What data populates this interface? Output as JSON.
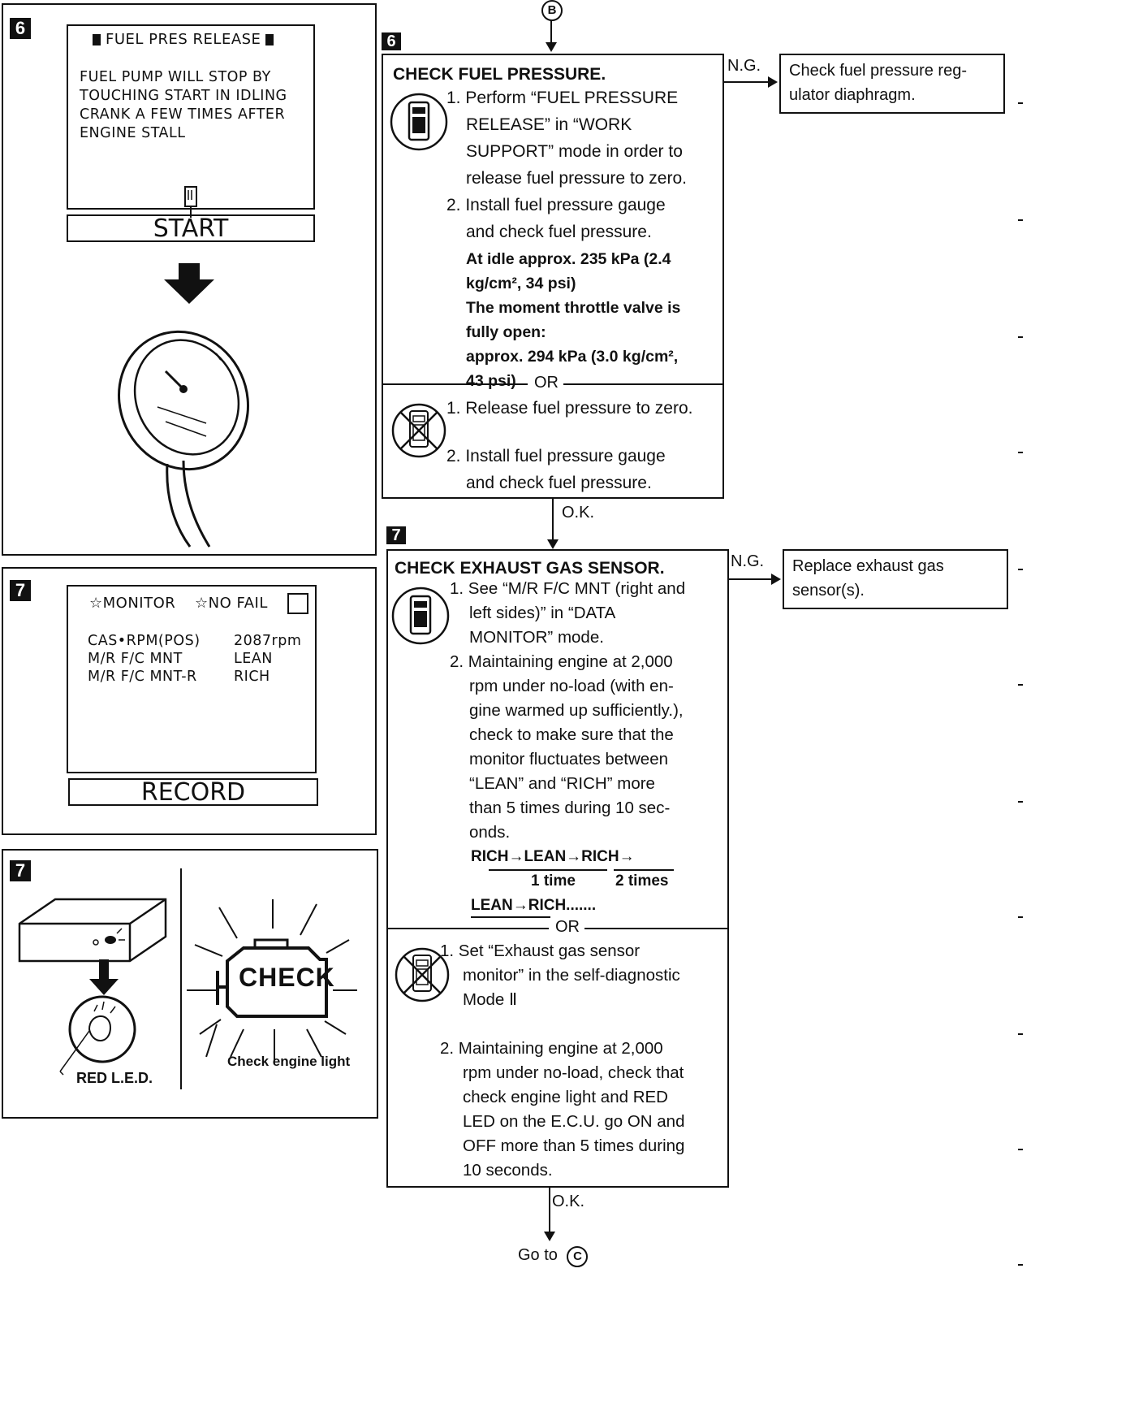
{
  "left_panels": {
    "panel6": {
      "step": "6",
      "screen_header": "FUEL PRES RELEASE",
      "screen_lines": [
        "FUEL PUMP WILL STOP BY",
        "TOUCHING START IN IDLING",
        "CRANK A FEW TIMES AFTER",
        "ENGINE STALL"
      ],
      "button": "START"
    },
    "panel7a": {
      "step": "7",
      "header_monitor": "☆MONITOR",
      "header_nofail": "☆NO FAIL",
      "rows": [
        {
          "name": "CAS•RPM(POS)",
          "value": "2087rpm"
        },
        {
          "name": "M/R F/C MNT",
          "value": "LEAN"
        },
        {
          "name": "M/R F/C MNT-R",
          "value": "RICH"
        }
      ],
      "button": "RECORD"
    },
    "panel7b": {
      "step": "7",
      "led_label": "RED L.E.D.",
      "check_text": "CHECK",
      "check_label": "Check engine light"
    }
  },
  "flow": {
    "top_connector": "B",
    "step6": {
      "step": "6",
      "title": "CHECK FUEL PRESSURE.",
      "ng_label": "N.G.",
      "ng_box": "Check fuel pressure regulator diaphragm.",
      "ng_box_lines": [
        "Check fuel pressure reg-",
        "ulator diaphragm."
      ],
      "consult_lines": [
        "1. Perform “FUEL PRESSURE",
        "RELEASE” in “WORK",
        "SUPPORT” mode in order to",
        "release fuel pressure to zero.",
        "2. Install fuel pressure gauge",
        "and check fuel pressure."
      ],
      "spec_lines": [
        "At idle approx. 235 kPa (2.4",
        "kg/cm², 34 psi)",
        "The moment throttle valve is",
        "fully open:",
        "approx. 294 kPa (3.0 kg/cm²,",
        "43 psi)"
      ],
      "or": "OR",
      "manual_lines": [
        "1. Release fuel pressure to zero.",
        "2. Install fuel pressure gauge",
        "and check fuel pressure."
      ],
      "ok_label": "O.K."
    },
    "step7": {
      "step": "7",
      "title": "CHECK EXHAUST GAS SENSOR.",
      "ng_label": "N.G.",
      "ng_box_lines": [
        "Replace exhaust gas",
        "sensor(s)."
      ],
      "consult_lines": [
        "1. See “M/R F/C MNT (right and",
        "left sides)” in “DATA",
        "MONITOR” mode.",
        "2. Maintaining engine at 2,000",
        "rpm under no-load (with en-",
        "gine warmed up sufficiently.),",
        "check to make sure that the",
        "monitor fluctuates between",
        "“LEAN” and “RICH” more",
        "than 5 times during 10 sec-",
        "onds."
      ],
      "seq_line1": "RICH→LEAN→RICH→",
      "seq_label1": "1 time",
      "seq_label2": "2 times",
      "seq_line2": "LEAN→RICH.......",
      "or": "OR",
      "manual_lines": [
        "1. Set “Exhaust gas sensor",
        "monitor” in the self-diagnostic",
        "Mode Ⅱ",
        "2. Maintaining engine at 2,000",
        "rpm under no-load, check that",
        "check engine light and RED",
        "LED on the E.C.U. go ON and",
        "OFF more than 5 times during",
        "10 seconds."
      ],
      "ok_label": "O.K."
    },
    "goto": "Go to",
    "goto_connector": "C"
  }
}
